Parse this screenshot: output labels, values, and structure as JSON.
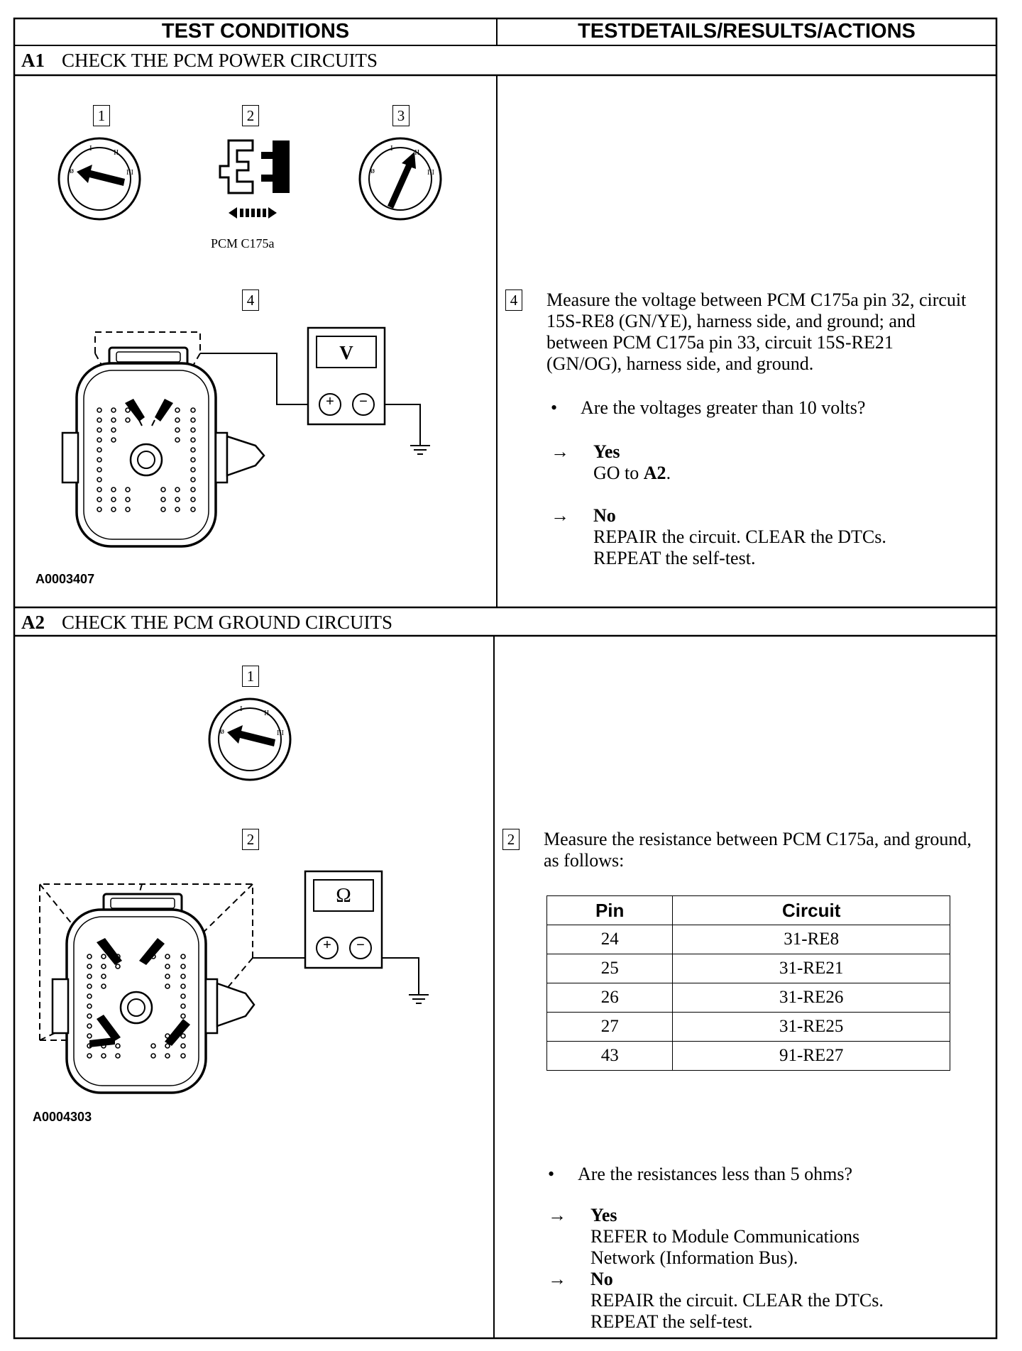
{
  "header": {
    "col1": "TEST CONDITIONS",
    "col2": "TESTDETAILS/RESULTS/ACTIONS"
  },
  "a1": {
    "code": "A1",
    "title": "CHECK THE PCM POWER CIRCUITS",
    "steps": [
      "1",
      "2",
      "3",
      "4"
    ],
    "connector_caption": "PCM C175a",
    "meter_label": "V",
    "figure_id": "A0003407",
    "instruction": "Measure the voltage between PCM C175a pin 32, circuit 15S-RE8 (GN/YE), harness side, and ground; and between PCM C175a pin 33, circuit 15S-RE21 (GN/OG), harness side, and ground.",
    "question": "Are the voltages greater than 10 volts?",
    "yes_label": "Yes",
    "yes_text_pre": "GO to ",
    "yes_text_ref": "A2",
    "yes_text_post": ".",
    "no_label": "No",
    "no_text_1": "REPAIR the circuit. CLEAR the DTCs.",
    "no_text_2": "REPEAT the self-test."
  },
  "a2": {
    "code": "A2",
    "title": "CHECK THE PCM GROUND CIRCUITS",
    "steps": [
      "1",
      "2"
    ],
    "meter_label": "Ω",
    "figure_id": "A0004303",
    "instruction": "Measure the resistance between PCM C175a, and ground, as follows:",
    "table": {
      "headers": [
        "Pin",
        "Circuit"
      ],
      "rows": [
        [
          "24",
          "31-RE8"
        ],
        [
          "25",
          "31-RE21"
        ],
        [
          "26",
          "31-RE26"
        ],
        [
          "27",
          "31-RE25"
        ],
        [
          "43",
          "91-RE27"
        ]
      ]
    },
    "question": "Are the resistances less than 5 ohms?",
    "yes_label": "Yes",
    "yes_text_1": "REFER to Module Communications",
    "yes_text_2": "Network (Information Bus).",
    "no_label": "No",
    "no_text_1": "REPAIR the circuit. CLEAR the DTCs.",
    "no_text_2": "REPEAT the self-test."
  },
  "symbols": {
    "bullet": "•",
    "arrow": "→",
    "plus": "+",
    "minus": "−"
  }
}
